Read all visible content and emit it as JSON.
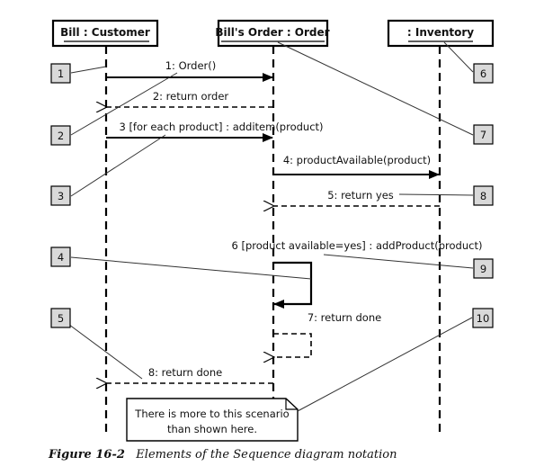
{
  "diagram": {
    "type": "UML Sequence Diagram",
    "objects": [
      {
        "id": "customer",
        "label": "Bill : Customer"
      },
      {
        "id": "order",
        "label": "Bill's Order : Order"
      },
      {
        "id": "inventory",
        "label": ": Inventory"
      }
    ],
    "messages": [
      {
        "label": "1: Order()",
        "from": "customer",
        "to": "order",
        "kind": "synchronous"
      },
      {
        "label": "2: return order",
        "from": "order",
        "to": "customer",
        "kind": "return"
      },
      {
        "label": "3 [for each product] : additem(product)",
        "from": "customer",
        "to": "order",
        "kind": "synchronous"
      },
      {
        "label": "4: productAvailable(product)",
        "from": "order",
        "to": "inventory",
        "kind": "synchronous"
      },
      {
        "label": "5: return yes",
        "from": "inventory",
        "to": "order",
        "kind": "return"
      },
      {
        "label": "6 [product available=yes] : addProduct(product)",
        "from": "order",
        "to": "order",
        "kind": "self"
      },
      {
        "label": "7: return done",
        "from": "order",
        "to": "order",
        "kind": "self-return"
      },
      {
        "label": "8: return done",
        "from": "order",
        "to": "customer",
        "kind": "return"
      }
    ],
    "callouts": [
      "1",
      "2",
      "3",
      "4",
      "5",
      "6",
      "7",
      "8",
      "9",
      "10"
    ],
    "note": {
      "lines": [
        "There is more to this scenario",
        "than shown here."
      ]
    }
  },
  "caption": {
    "figure": "Figure 16-2",
    "text": "Elements of the Sequence diagram notation"
  },
  "colors": {
    "line": "#000000",
    "callout_fill": "#d9d9d9",
    "leader_line": "#333333"
  }
}
